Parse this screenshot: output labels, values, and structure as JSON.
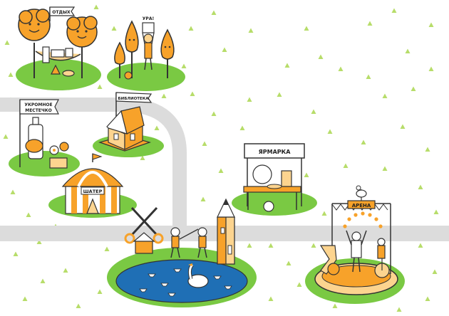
{
  "colors": {
    "background": "#ffffff",
    "road": "#dcdcdc",
    "grass": "#7ac943",
    "grass_dark": "#5fae2e",
    "orange": "#f7a22a",
    "orange_light": "#fcd48f",
    "water": "#1f6fb5",
    "outline": "#333333",
    "triangle": "#b7dd6a"
  },
  "locations": [
    {
      "id": "otdykh",
      "label": "ОТДЫХ"
    },
    {
      "id": "ura",
      "label": "УРА!"
    },
    {
      "id": "library",
      "label": "БИБЛИОТЕКА"
    },
    {
      "id": "cozy",
      "label_line1": "УКРОМНОЕ",
      "label_line2": "МЕСТЕЧКО"
    },
    {
      "id": "tent",
      "label": "ШАТЕР"
    },
    {
      "id": "fair",
      "label": "ЯРМАРКА"
    },
    {
      "id": "arena",
      "label": "АРЕНА"
    }
  ],
  "icons": {
    "trees": "tree-icon",
    "hammock": "hammock-icon",
    "house": "house-icon",
    "circus": "circus-tent-icon",
    "scissors": "scissors-icon",
    "pencil": "pencil-tower-icon",
    "goose": "goose-icon",
    "juggler": "juggler-icon"
  }
}
